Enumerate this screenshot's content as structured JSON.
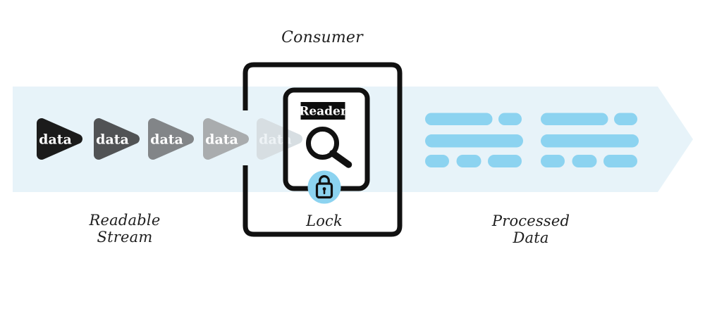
{
  "colors": {
    "band": "#e7f3f9",
    "pill": "#8cd3f0",
    "lock_circle": "#8cd3f0",
    "outline": "#111111",
    "card_fill": "#ffffff",
    "reader_tag_bg": "#0d0d0d",
    "label_text": "#1e1e1e"
  },
  "stream": {
    "label_line1": "Readable",
    "label_line2": "Stream",
    "chunks": [
      {
        "label": "data",
        "color": "#1b1b1b",
        "text_color": "#ffffff"
      },
      {
        "label": "data",
        "color": "#515355",
        "text_color": "#ffffff"
      },
      {
        "label": "data",
        "color": "#828588",
        "text_color": "#ffffff"
      },
      {
        "label": "data",
        "color": "#a9acae",
        "text_color": "#ffffff"
      },
      {
        "label": "data",
        "color": "#d7dee2",
        "text_color": "#eef3f6"
      }
    ]
  },
  "consumer": {
    "title": "Consumer",
    "reader_label": "Reader",
    "lock_label": "Lock"
  },
  "processed": {
    "label_line1": "Processed",
    "label_line2": "Data"
  }
}
